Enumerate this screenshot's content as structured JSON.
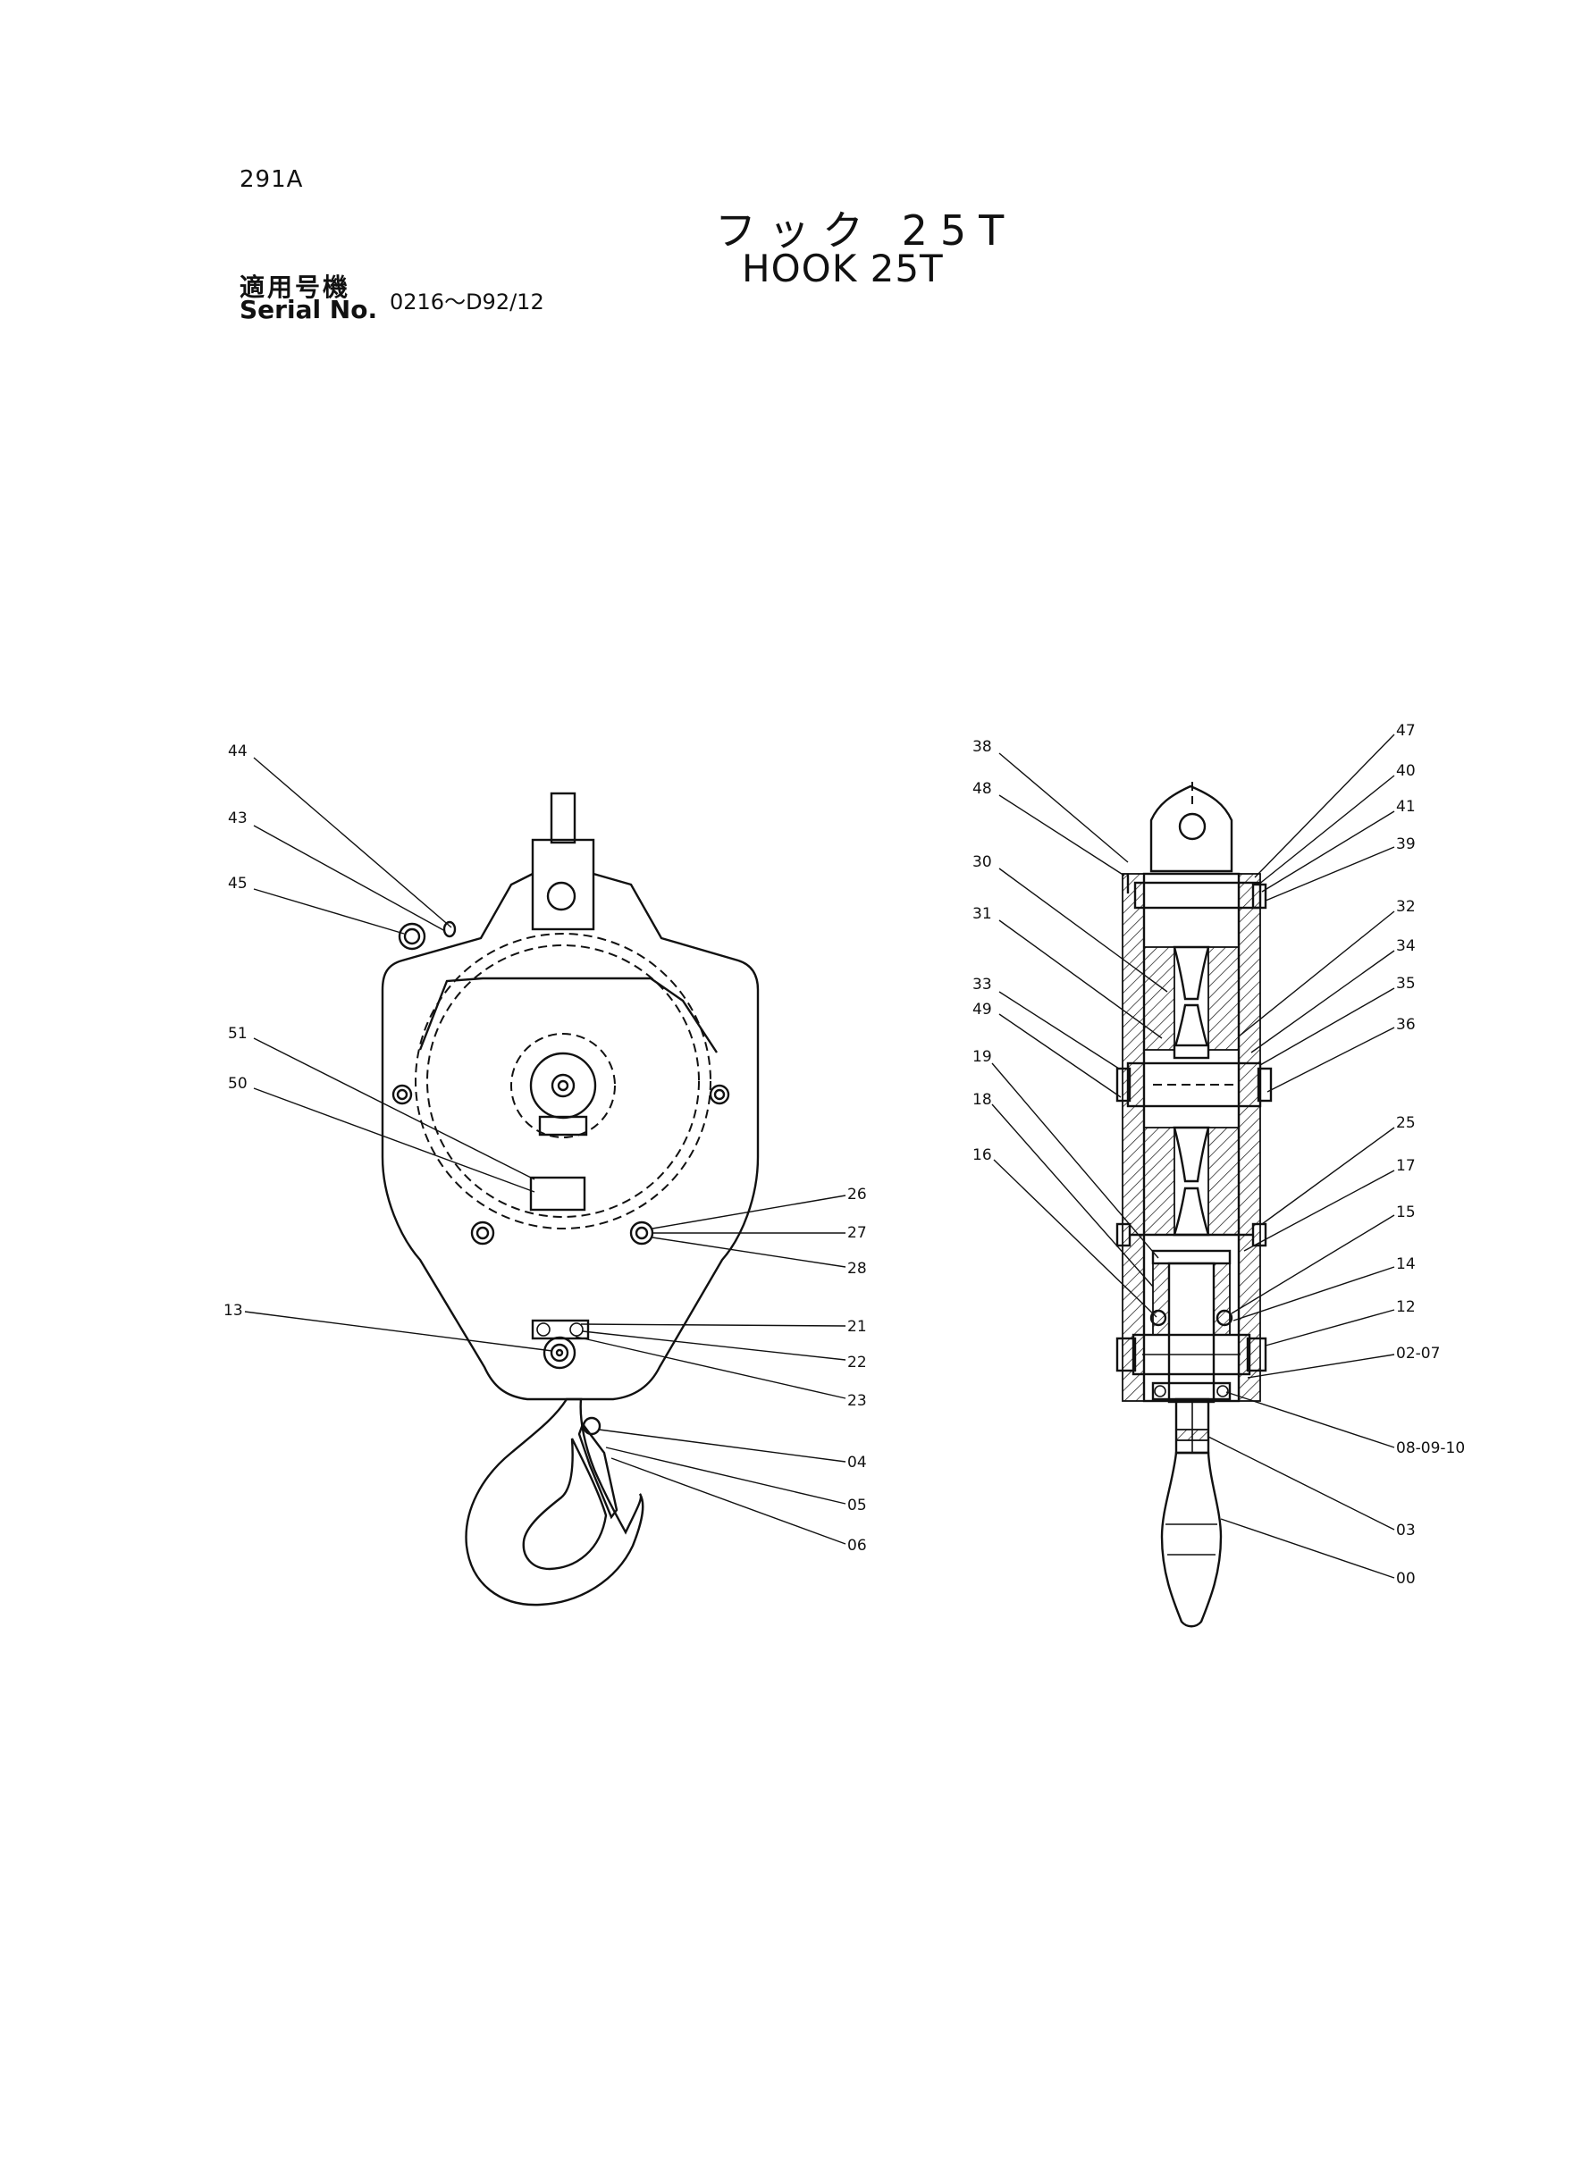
{
  "header": {
    "page_code": "291A",
    "title_jp": "フック 25T",
    "title_en": "HOOK 25T",
    "serial_label_jp": "適用号機",
    "serial_label_en": "Serial No.",
    "serial_range": "0216～D92/12"
  },
  "diagram": {
    "front_view_labels": [
      "44",
      "43",
      "45",
      "51",
      "50",
      "26",
      "27",
      "28",
      "13",
      "21",
      "22",
      "23",
      "04",
      "05",
      "06"
    ],
    "side_view_labels": [
      "38",
      "48",
      "30",
      "31",
      "33",
      "49",
      "19",
      "18",
      "16",
      "47",
      "40",
      "41",
      "39",
      "32",
      "34",
      "35",
      "36",
      "25",
      "17",
      "15",
      "14",
      "12",
      "02-07",
      "08-09-10",
      "03",
      "00"
    ]
  }
}
